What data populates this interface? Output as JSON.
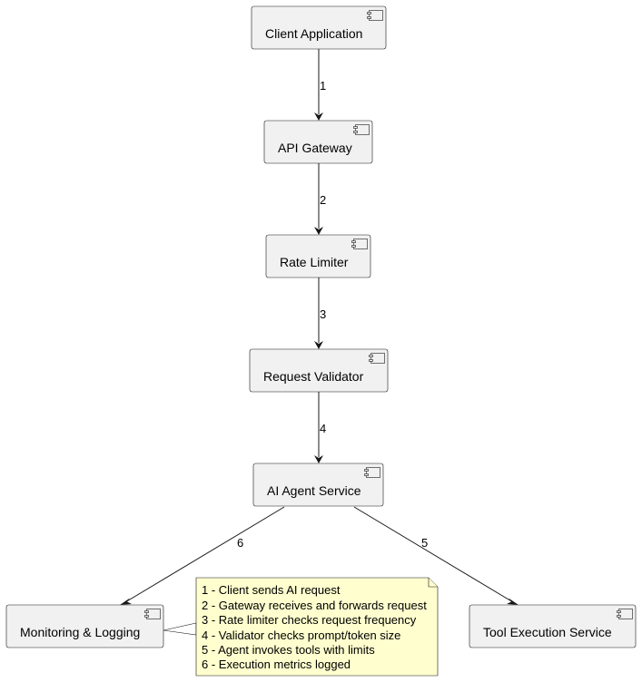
{
  "diagram": {
    "nodes": {
      "client": "Client Application",
      "gateway": "API Gateway",
      "limiter": "Rate Limiter",
      "validator": "Request Validator",
      "agent": "AI Agent Service",
      "monitoring": "Monitoring & Logging",
      "tools": "Tool Execution Service"
    },
    "edges": {
      "e1": "1",
      "e2": "2",
      "e3": "3",
      "e4": "4",
      "e5": "5",
      "e6": "6"
    },
    "note": {
      "lines": [
        "1 - Client sends AI request",
        "2 - Gateway receives and forwards request",
        "3 - Rate limiter checks request frequency",
        "4 - Validator checks prompt/token size",
        "5 - Agent invokes tools with limits",
        "6 - Execution metrics logged"
      ]
    }
  }
}
